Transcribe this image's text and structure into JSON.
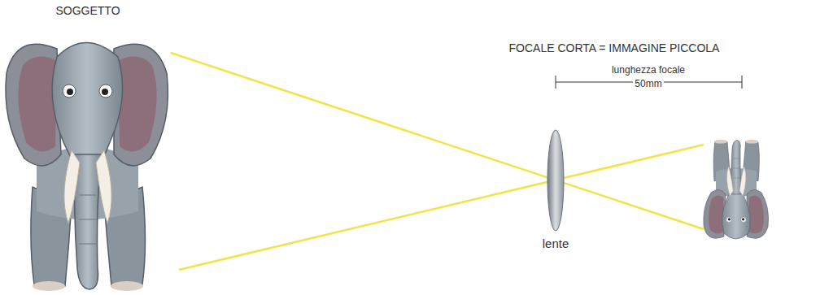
{
  "diagram": {
    "labels": [
      "SOGGETTO",
      "FOCALE CORTA = IMMAGINE PICCOLA",
      "lunghezza focale",
      "50mm",
      "lente"
    ]
  }
}
